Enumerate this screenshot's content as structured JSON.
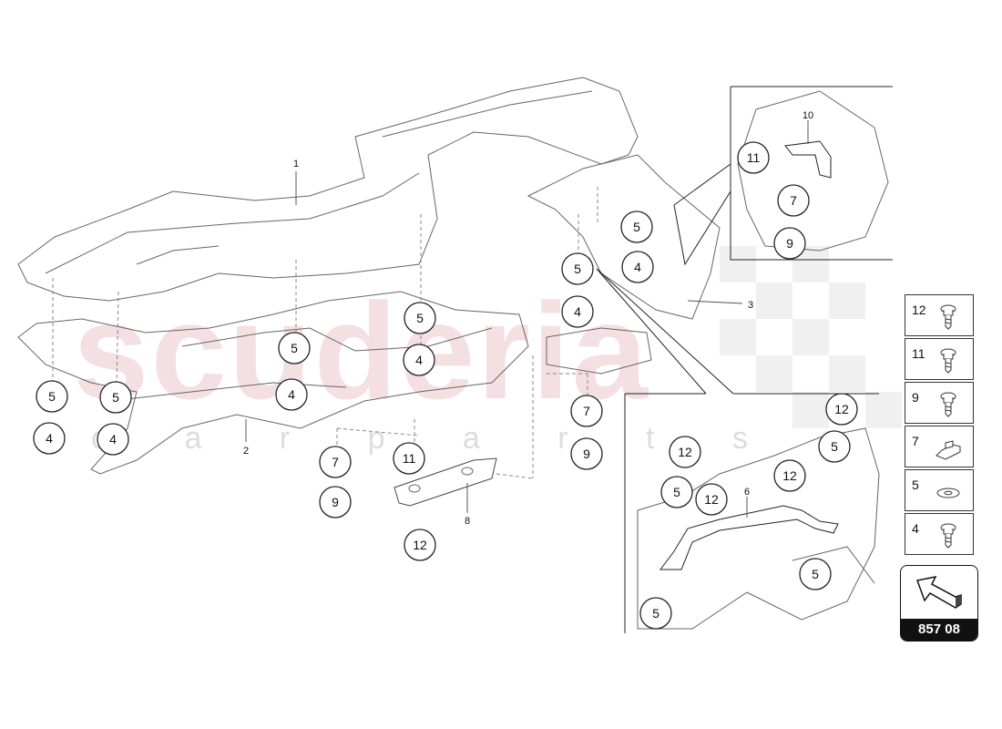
{
  "watermark": {
    "main": "scuderia",
    "sub": "c a r p a r t s"
  },
  "callouts": [
    "1",
    "2",
    "3",
    "4",
    "5",
    "6",
    "7",
    "8",
    "9",
    "10",
    "11",
    "12"
  ],
  "legend": [
    {
      "num": "12",
      "icon": "screw-icon"
    },
    {
      "num": "11",
      "icon": "screw-icon"
    },
    {
      "num": "9",
      "icon": "screw-icon"
    },
    {
      "num": "7",
      "icon": "clip-icon"
    },
    {
      "num": "5",
      "icon": "washer-icon"
    },
    {
      "num": "4",
      "icon": "screw-icon"
    }
  ],
  "diagram_code": "857 08",
  "colors": {
    "line": "#555555",
    "circle": "#222222",
    "watermark": "#e8b9bf"
  }
}
